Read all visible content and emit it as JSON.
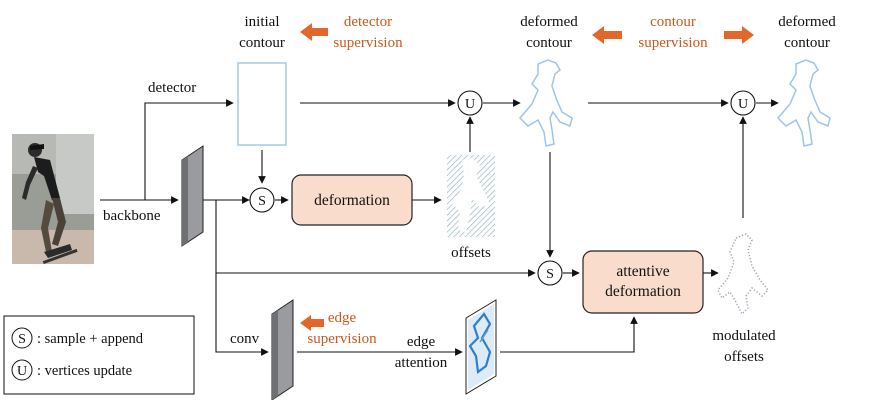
{
  "labels": {
    "initial_contour": [
      "initial",
      "contour"
    ],
    "detector_supervision": [
      "detector",
      "supervision"
    ],
    "deformed_contour_1": [
      "deformed",
      "contour"
    ],
    "contour_supervision": [
      "contour",
      "supervision"
    ],
    "deformed_contour_2": [
      "deformed",
      "contour"
    ],
    "detector": "detector",
    "backbone": "backbone",
    "offsets": "offsets",
    "conv": "conv",
    "edge_supervision": [
      "edge",
      "supervision"
    ],
    "edge_attention": [
      "edge",
      "attention"
    ],
    "modulated_offsets": [
      "modulated",
      "offsets"
    ]
  },
  "boxes": {
    "deformation": "deformation",
    "attentive_deformation": [
      "attentive",
      "deformation"
    ]
  },
  "operators": {
    "sample": "S",
    "update": "U"
  },
  "legend": [
    {
      "symbol": "S",
      "text": ": sample + append"
    },
    {
      "symbol": "U",
      "text": ": vertices update"
    }
  ],
  "colors": {
    "supervision": "#c85a1e",
    "box_fill": "#f9dccb",
    "contour": "#9ec4e8",
    "feature_map": "#8f9094"
  }
}
